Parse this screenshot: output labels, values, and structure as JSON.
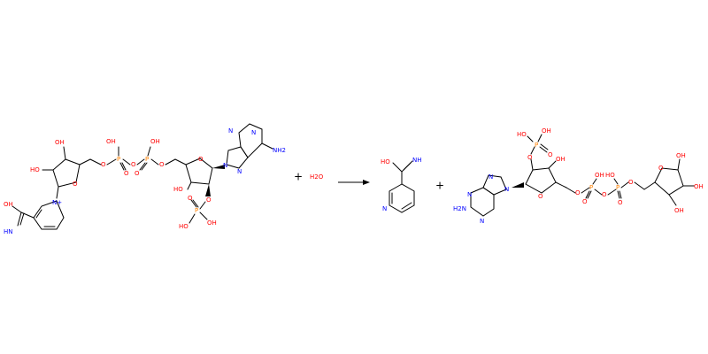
{
  "colors": {
    "oxygen": "#ff0000",
    "nitrogen": "#0000ff",
    "phosphorus": "#ff8000",
    "bond": "#000000"
  },
  "reaction": {
    "plus_1": "+",
    "plus_2": "+",
    "water": "H2O",
    "arrow_symbol": "→"
  },
  "nadp": {
    "oh_top_1": "OH",
    "oh_top_2": "OH",
    "ho_ribose_1": "HO",
    "ho_ribose_2": "HO",
    "p1": "P",
    "p2": "P",
    "o_link_1": "O",
    "o_link_2": "O",
    "o_link_3": "O",
    "o_dbl_1": "O",
    "o_dbl_2": "O",
    "o_ring_1": "O",
    "o_ring_2": "O",
    "n_pyridinium": "N+",
    "amide_oh": "OH",
    "amide_nh": "HN",
    "adenine_nh2": "NH2",
    "adenine_n": [
      "N",
      "N",
      "N",
      "N"
    ],
    "ho_ribose_3": "HO",
    "o_phosphate": "O",
    "p3": "P",
    "o_dbl_3": "O",
    "ho_p3_1": "HO",
    "oh_p3_2": "OH"
  },
  "nicotinamide": {
    "ho": "HO",
    "nh": "NH",
    "n_ring": "N"
  },
  "adp_ribose": {
    "ho_top": "HO",
    "oh_top": "OH",
    "p_top": "P",
    "o_dbl_top": "O",
    "o_link_top": "O",
    "oh_ribose": "OH",
    "nh2": "H2N",
    "n_labels": [
      "N",
      "N",
      "N",
      "N"
    ],
    "o_ring": "O",
    "o_link": [
      "O",
      "O",
      "O"
    ],
    "p_chain": [
      "P",
      "P"
    ],
    "oh_chain": [
      "OH",
      "HO"
    ],
    "o_dbl_chain": [
      "O",
      "O"
    ],
    "o_ring_2": "O",
    "oh_end": [
      "OH",
      "OH",
      "OH"
    ]
  }
}
